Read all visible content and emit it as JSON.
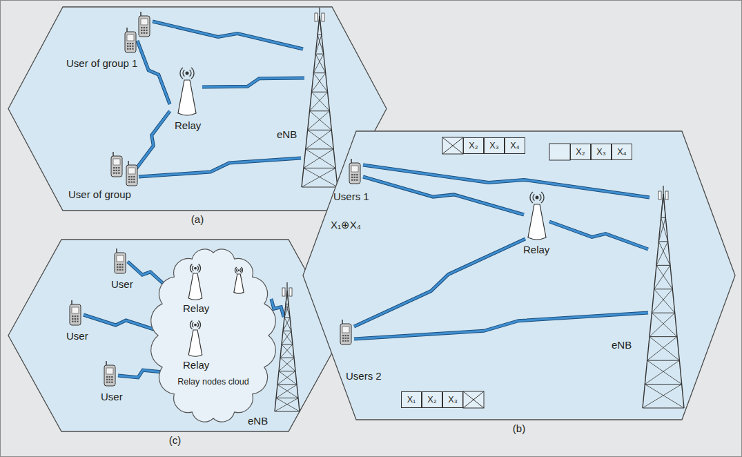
{
  "diagram": {
    "nodes": [
      {
        "text": [
          "(a)"
        ]
      },
      {
        "text": [
          "(b)"
        ]
      },
      {
        "text": [
          "X₂"
        ],
        "in": 1
      },
      {
        "text": [
          "X₃"
        ],
        "in": 1
      },
      {
        "text": [
          "X₄"
        ],
        "in": 1
      },
      {
        "text": [
          "X₂"
        ],
        "in": 1
      },
      {
        "text": [
          "X₃"
        ],
        "in": 1
      },
      {
        "text": [
          "X₄"
        ],
        "in": 1
      },
      {
        "text": [
          "X₁"
        ],
        "in": 1
      },
      {
        "text": [
          "X₂"
        ],
        "in": 1
      },
      {
        "text": [
          "X₃"
        ],
        "in": 1
      },
      {
        "text": [
          "(c)"
        ]
      },
      {
        "text": [
          "Relay nodes cloud"
        ],
        "in": 11
      }
    ],
    "labels": [
      "User of group 1",
      "Relay",
      "eNB",
      "User of group",
      "Users 1",
      "X₁⊕X₄",
      "Relay",
      "eNB",
      "Users 2",
      "User",
      "User",
      "User",
      "Relay",
      "Relay",
      "eNB"
    ]
  }
}
